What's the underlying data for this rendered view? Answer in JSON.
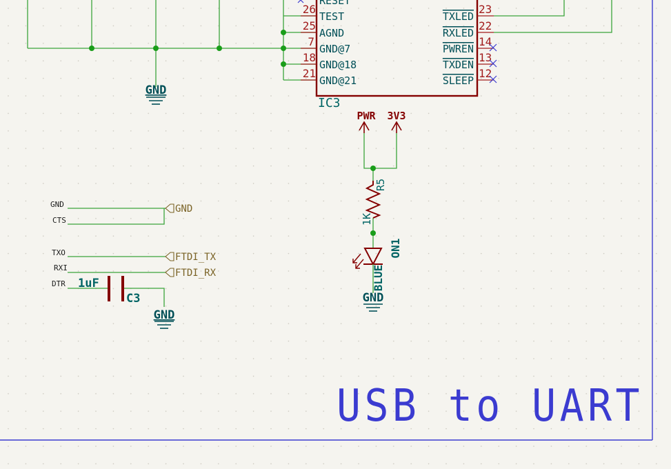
{
  "sheet": {
    "title": "USB to UART"
  },
  "colors": {
    "background": "#f5f4ef",
    "grid_dot": "#c9c6bc",
    "wire": "#3aa53a",
    "junction": "#1a9d1a",
    "component": "#840000",
    "pin_text": "#a21c1c",
    "reference": "#006464",
    "power": "#004f57",
    "label_green": "#0e3f0e",
    "global_label": "#7a6326",
    "border": "#3b3bd0",
    "noconnect": "#3b3bd0"
  },
  "ic3": {
    "reference": "IC3",
    "left_pins": [
      {
        "number": "",
        "name": "RESET"
      },
      {
        "number": "26",
        "name": "TEST"
      },
      {
        "number": "25",
        "name": "AGND"
      },
      {
        "number": "7",
        "name": "GND@7"
      },
      {
        "number": "18",
        "name": "GND@18"
      },
      {
        "number": "21",
        "name": "GND@21"
      }
    ],
    "right_pins": [
      {
        "number": "23",
        "name": "TXLED"
      },
      {
        "number": "22",
        "name": "RXLED"
      },
      {
        "number": "14",
        "name": "PWREN"
      },
      {
        "number": "13",
        "name": "TXDEN"
      },
      {
        "number": "12",
        "name": "SLEEP"
      }
    ]
  },
  "power_symbols": {
    "gnd_top": "GND",
    "pwr": "PWR",
    "v3v3": "3V3",
    "gnd_led": "GND",
    "gnd_c3": "GND"
  },
  "r5": {
    "reference": "R5",
    "value": "1K"
  },
  "on1": {
    "reference": "ON1",
    "value": "BLUE"
  },
  "c3": {
    "reference": "C3",
    "value": "1uF"
  },
  "connector_labels": [
    "GND",
    "CTS",
    "TXO",
    "RXI",
    "DTR"
  ],
  "global_labels": {
    "gnd": "GND",
    "ftdi_tx": "FTDI_TX",
    "ftdi_rx": "FTDI_RX"
  }
}
